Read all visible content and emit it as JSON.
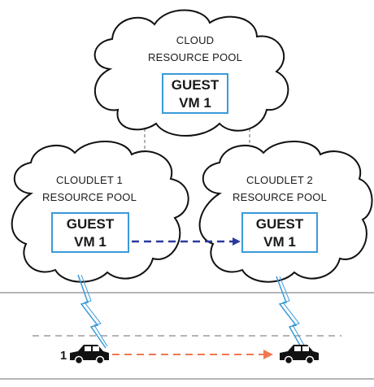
{
  "clouds": {
    "cloud": {
      "line1": "CLOUD",
      "line2": "RESOURCE POOL",
      "guest_line1": "GUEST",
      "guest_line2": "VM 1"
    },
    "cloudlet1": {
      "line1": "CLOUDLET 1",
      "line2": "RESOURCE POOL",
      "guest_line1": "GUEST",
      "guest_line2": "VM 1"
    },
    "cloudlet2": {
      "line1": "CLOUDLET 2",
      "line2": "RESOURCE POOL",
      "guest_line1": "GUEST",
      "guest_line2": "VM 1"
    }
  },
  "vehicle": {
    "label": "1"
  },
  "colors": {
    "cloud_stroke": "#111111",
    "guest_box": "#3a9ad9",
    "migration_arrow": "#2b3a9e",
    "vehicle_arrow": "#f07850",
    "wireless": "#3a9ad9",
    "connector": "#9a9a9a",
    "road_line": "#b5b5b5"
  }
}
